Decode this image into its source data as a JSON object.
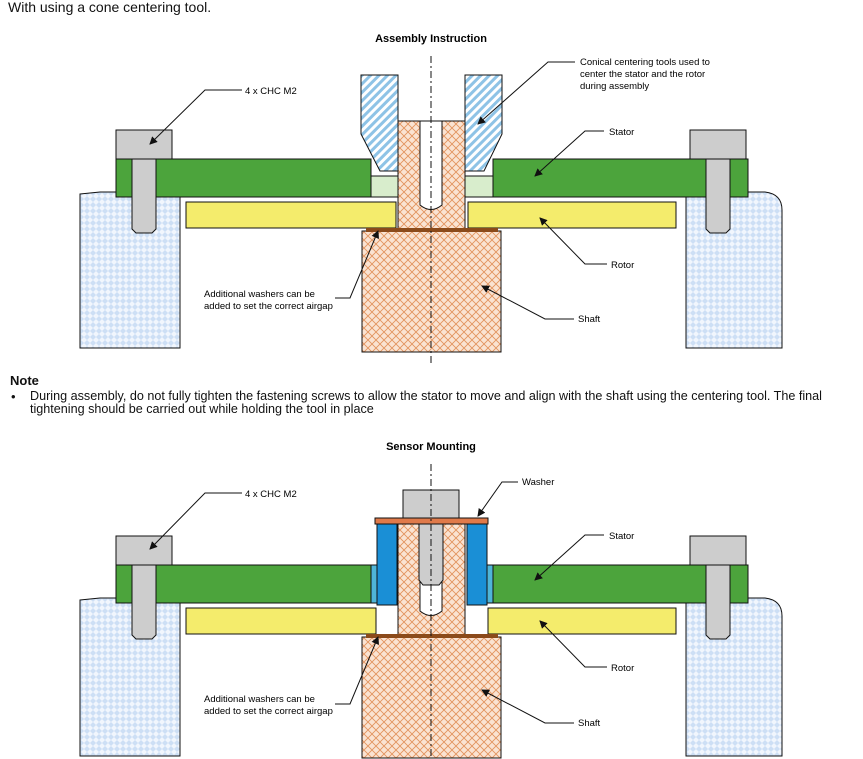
{
  "intro_text": "With using a cone centering tool.",
  "figures": [
    {
      "title": "Assembly Instruction",
      "labels": {
        "screws": "4 x CHC M2",
        "tool_line1": "Conical centering tools used to",
        "tool_line2": "center the stator and the rotor",
        "tool_line3": "during assembly",
        "stator": "Stator",
        "rotor": "Rotor",
        "washers_line1": "Additional washers can be",
        "washers_line2": "added to set the correct airgap",
        "shaft": "Shaft"
      }
    },
    {
      "title": "Sensor Mounting",
      "labels": {
        "screws": "4 x CHC M2",
        "washer": "Washer",
        "stator": "Stator",
        "rotor": "Rotor",
        "washers_line1": "Additional washers can be",
        "washers_line2": "added to set the correct airgap",
        "shaft": "Shaft"
      }
    }
  ],
  "note": {
    "title": "Note",
    "bullet": "•",
    "text": "During assembly, do not fully tighten the fastening screws to allow the stator to move and align with the shaft using the centering tool. The final tightening should be carried out while holding the tool in place"
  },
  "colors": {
    "stator": "#4ca43c",
    "rotor": "#f4ec6c",
    "shaft": "#f8d9c4",
    "block": "#e4eefa",
    "screw": "#cdcdcd",
    "tool": "#9cc8e6",
    "sensor": "#1a8fd6",
    "washer": "#e07a4a"
  }
}
